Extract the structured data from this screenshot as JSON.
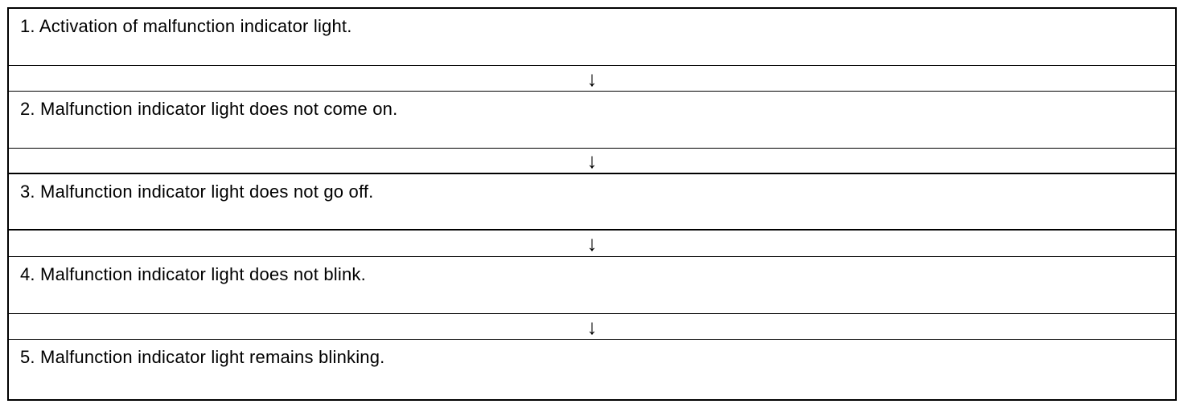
{
  "flowchart": {
    "arrow_glyph": "↓",
    "line_color": "#000000",
    "background_color": "#ffffff",
    "steps": [
      {
        "label": "1. Activation of malfunction indicator light."
      },
      {
        "label": "2. Malfunction indicator light does not come on."
      },
      {
        "label": "3. Malfunction indicator light does not go off."
      },
      {
        "label": "4. Malfunction indicator light does not blink."
      },
      {
        "label": "5. Malfunction indicator light remains blinking."
      }
    ]
  }
}
